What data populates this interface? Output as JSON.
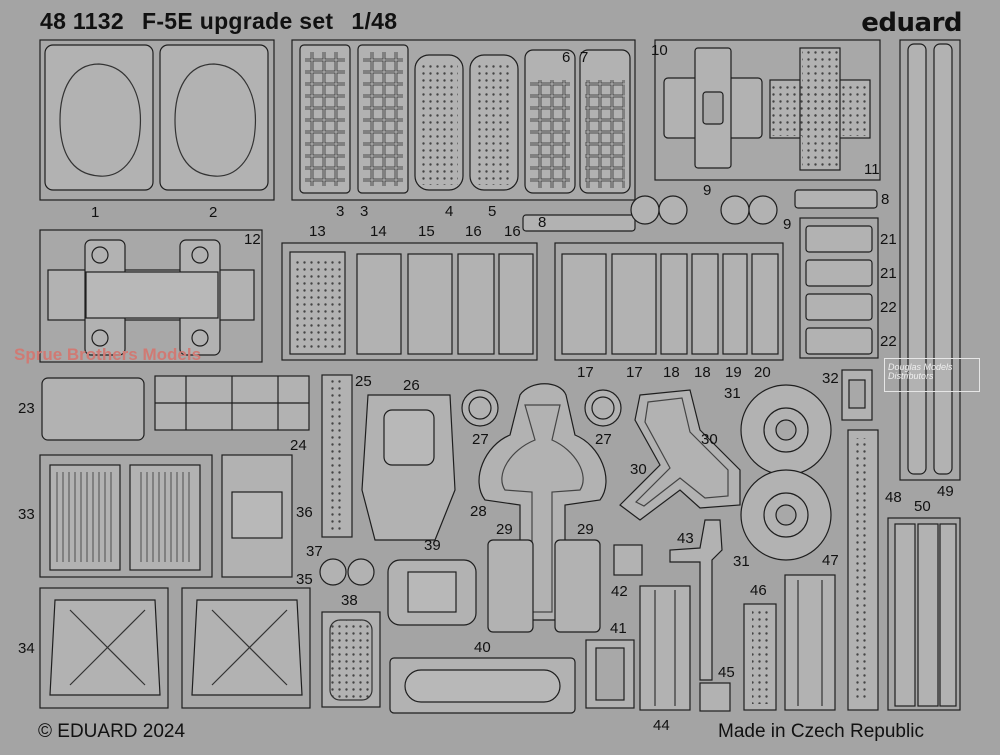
{
  "header": {
    "product_code": "48 1132",
    "product_name": "F-5E upgrade set",
    "scale": "1/48",
    "brand": "eduard"
  },
  "footer": {
    "copyright": "© EDUARD 2024",
    "origin": "Made in Czech Republic"
  },
  "watermarks": {
    "spruce_brothers": "Sprue Brothers Models",
    "douglas": "Douglas Models Distributors"
  },
  "part_numbers": {
    "n1": "1",
    "n2": "2",
    "n3a": "3",
    "n3b": "3",
    "n4": "4",
    "n5": "5",
    "n6": "6",
    "n7": "7",
    "n8a": "8",
    "n8b": "8",
    "n9a": "9",
    "n9b": "9",
    "n10": "10",
    "n11": "11",
    "n12": "12",
    "n13": "13",
    "n14": "14",
    "n15": "15",
    "n16a": "16",
    "n16b": "16",
    "n17a": "17",
    "n17b": "17",
    "n18a": "18",
    "n18b": "18",
    "n19": "19",
    "n20": "20",
    "n21a": "21",
    "n21b": "21",
    "n22a": "22",
    "n22b": "22",
    "n23": "23",
    "n24": "24",
    "n25": "25",
    "n26": "26",
    "n27a": "27",
    "n27b": "27",
    "n28": "28",
    "n29a": "29",
    "n29b": "29",
    "n30a": "30",
    "n30b": "30",
    "n31a": "31",
    "n31b": "31",
    "n32": "32",
    "n33": "33",
    "n34": "34",
    "n35": "35",
    "n36": "36",
    "n37": "37",
    "n38": "38",
    "n39": "39",
    "n40": "40",
    "n41": "41",
    "n42": "42",
    "n43": "43",
    "n44": "44",
    "n45": "45",
    "n46": "46",
    "n47": "47",
    "n48": "48",
    "n49": "49",
    "n50": "50"
  },
  "colors": {
    "sheet": "#a4a4a4",
    "part_fill": "#b2b2b2",
    "part_outline": "#1e1e1e",
    "inner_line": "#4a4a4a",
    "label_text": "#111111"
  }
}
